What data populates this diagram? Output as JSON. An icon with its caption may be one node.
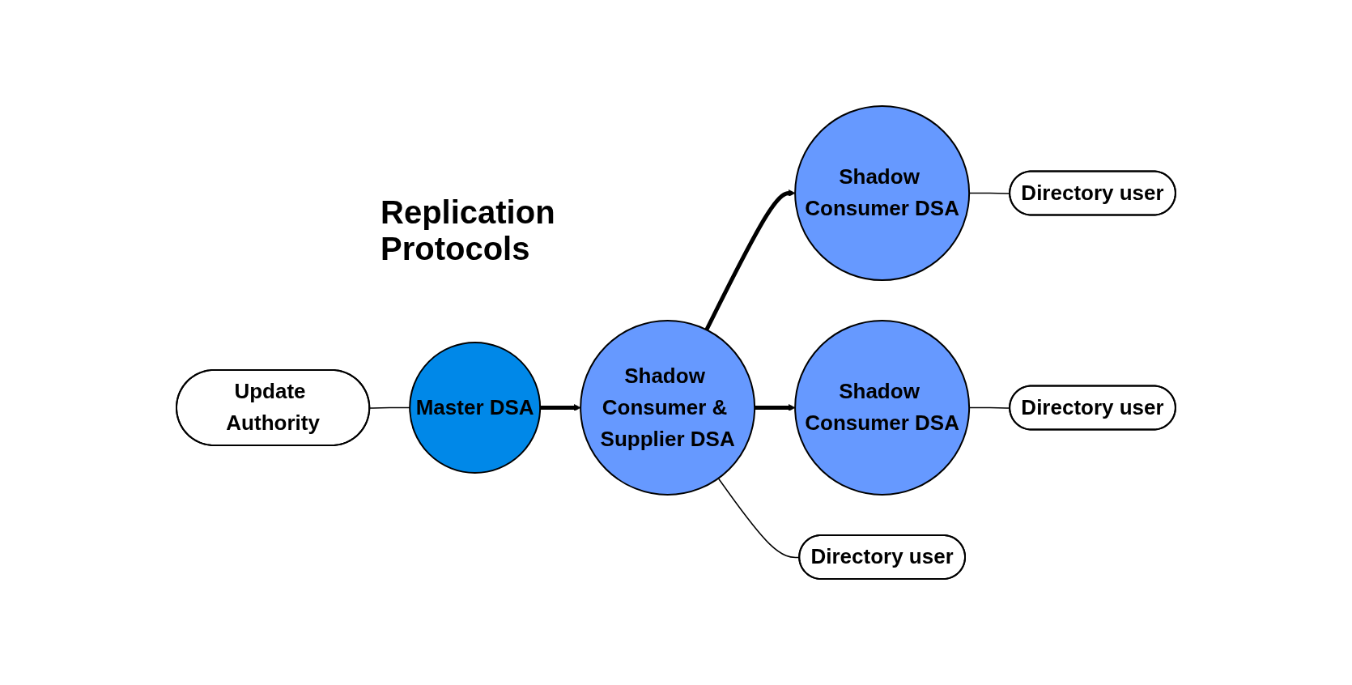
{
  "diagram": {
    "nodes": [
      {
        "text": [
          "Update Authority"
        ]
      },
      {
        "text": [
          "Master DSA"
        ]
      },
      {
        "text": [
          "Shadow Consumer DSA"
        ]
      },
      {
        "text": [
          "Directory user"
        ]
      },
      {
        "text": [
          "Shadow Consumer & Supplier DSA"
        ]
      },
      {
        "text": [
          "Shadow Consumer DSA"
        ]
      },
      {
        "text": [
          "Directory user"
        ]
      },
      {
        "text": [
          "Directory user"
        ]
      }
    ],
    "edges": [
      {
        "from": 0,
        "to": 1,
        "arrow": "none"
      },
      {
        "from": 1,
        "to": 4,
        "arrow": "to",
        "style": "thick"
      },
      {
        "from": 4,
        "to": 2,
        "arrow": "to",
        "style": "thick"
      },
      {
        "from": 2,
        "to": 3,
        "arrow": "none"
      },
      {
        "from": 4,
        "to": 5,
        "arrow": "to",
        "style": "thick"
      },
      {
        "from": 4,
        "to": 6,
        "arrow": "none"
      },
      {
        "from": 5,
        "to": 7,
        "arrow": "none"
      }
    ],
    "labels": [
      "Replication Protocols"
    ]
  }
}
